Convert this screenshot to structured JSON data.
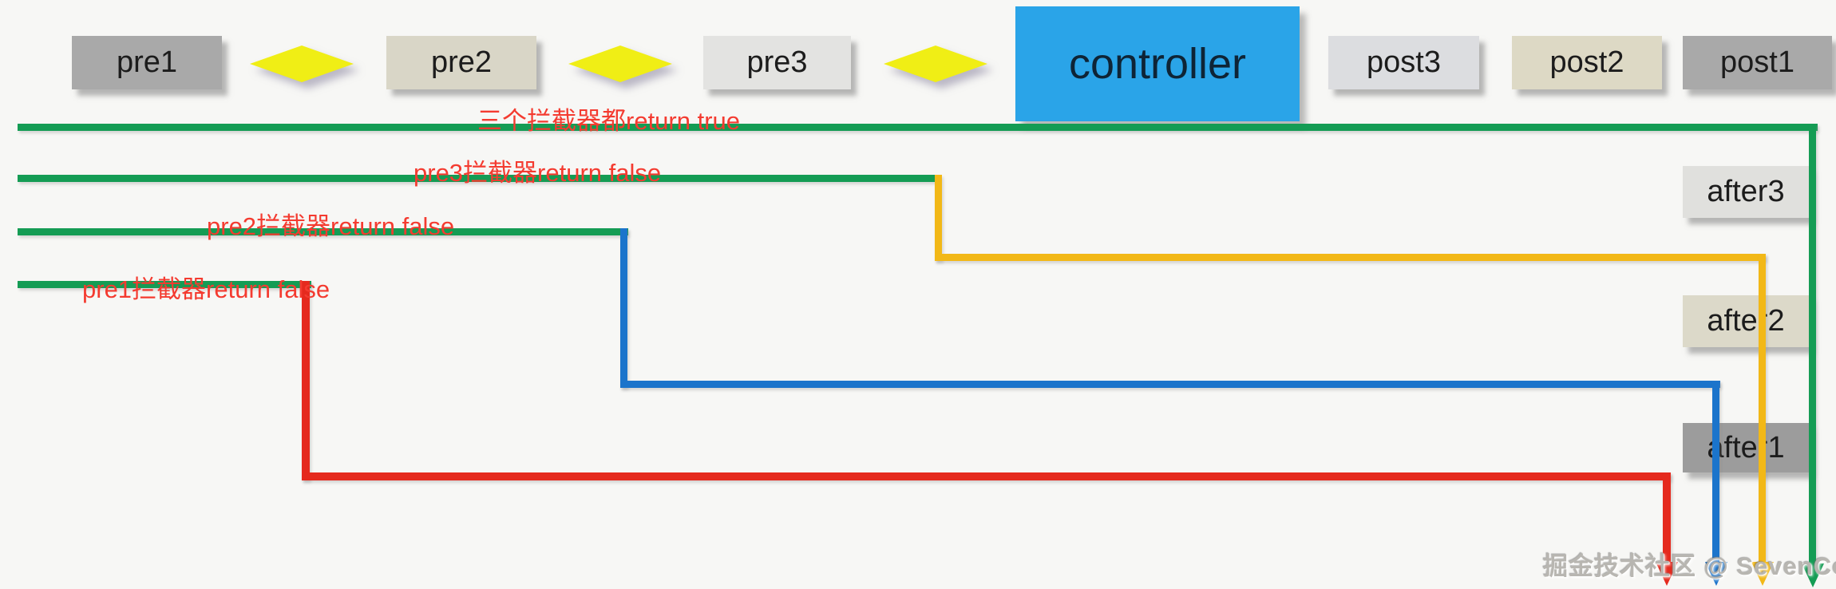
{
  "diagram": {
    "nodes": {
      "pre1": "pre1",
      "pre2": "pre2",
      "pre3": "pre3",
      "controller": "controller",
      "post3": "post3",
      "post2": "post2",
      "post1": "post1",
      "after3": "after3",
      "after2": "after2",
      "after1": "after1"
    },
    "annotations": {
      "all_true": "三个拦截器都return true",
      "pre3_false": "pre3拦截器return false",
      "pre2_false": "pre2拦截器return false",
      "pre1_false": "pre1拦截器return false"
    },
    "watermark": "掘金技术社区 @ SevenCoding"
  },
  "colors": {
    "bg": "#f7f7f5",
    "green": "#149c54",
    "yellow": "#f2b817",
    "blue": "#1b74cb",
    "red_line": "#e52a1e",
    "red_text": "#f43b30",
    "diamond": "#f0ee15",
    "controller_bg": "#2aa4e8",
    "pre1": "#a9a9a9",
    "pre2": "#d9d6c7",
    "pre3": "#e3e3e1",
    "post3": "#dcdde0",
    "post2": "#ddd9c5",
    "post1": "#a9a9a9",
    "after3": "#e0e0dd",
    "after2": "#dcd9c9",
    "after1": "#9c9c9c",
    "watermark_color": "#b8b6b1"
  }
}
